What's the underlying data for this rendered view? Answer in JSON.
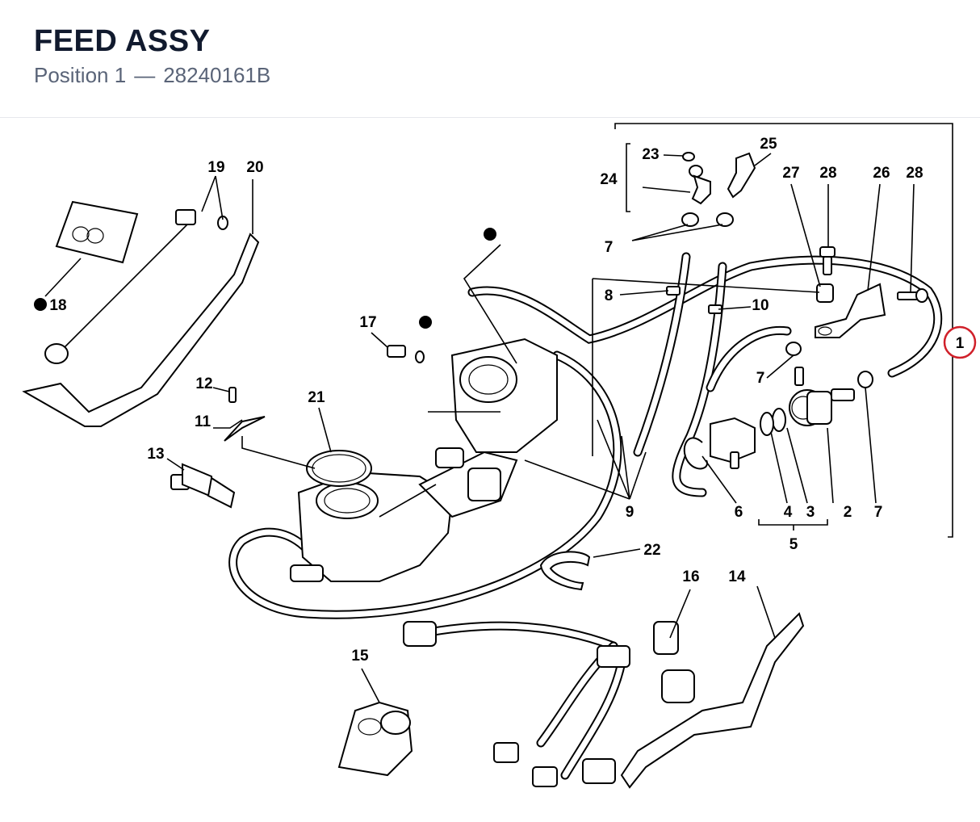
{
  "header": {
    "title": "FEED ASSY",
    "position_label": "Position 1",
    "separator": "—",
    "part_number": "28240161B"
  },
  "callouts": {
    "c1": "1",
    "c2": "2",
    "c3": "3",
    "c4": "4",
    "c5": "5",
    "c6": "6",
    "c7a": "7",
    "c7b": "7",
    "c7c": "7",
    "c8": "8",
    "c9": "9",
    "c10": "10",
    "c11": "11",
    "c12": "12",
    "c13": "13",
    "c14": "14",
    "c15": "15",
    "c16": "16",
    "c17": "17",
    "c18": "18",
    "c19": "19",
    "c20": "20",
    "c21": "21",
    "c22": "22",
    "c23": "23",
    "c24": "24",
    "c25": "25",
    "c26": "26",
    "c27": "27",
    "c28a": "28",
    "c28b": "28"
  },
  "colors": {
    "title": "#111a2e",
    "subtitle": "#5a6478",
    "highlight_ring": "#d0202a",
    "line": "#000000"
  }
}
